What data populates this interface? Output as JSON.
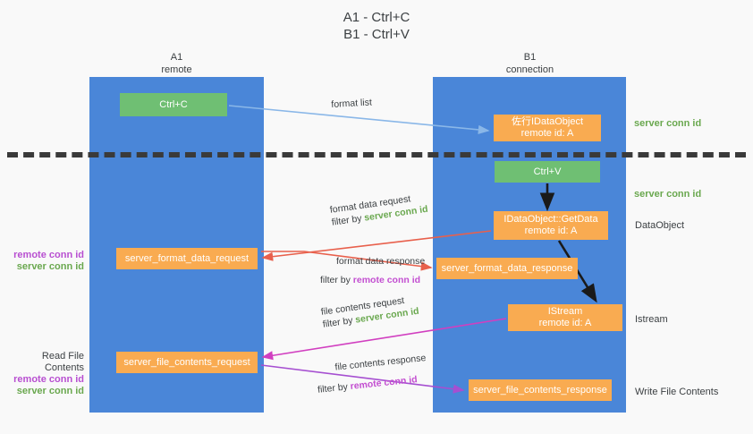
{
  "title": "A1 - Ctrl+C\nB1 - Ctrl+V",
  "lanes": {
    "a1": {
      "header": "A1\nremote"
    },
    "b1": {
      "header": "B1\nconnection"
    }
  },
  "nodes": {
    "ctrl_c": "Ctrl+C",
    "idataobject": "佐行IDataObject\nremote id: A",
    "ctrl_v": "Ctrl+V",
    "getdata": "IDataObject::GetData\nremote id: A",
    "server_format_data_request": "server_format_data_request",
    "server_format_data_response": "server_format_data_response",
    "istream": "IStream\nremote id: A",
    "server_file_contents_request": "server_file_contents_request",
    "server_file_contents_response": "server_file_contents_response"
  },
  "side_labels": {
    "server_conn_id_top": "server conn id",
    "server_conn_id_mid": "server conn id",
    "dataobject": "DataObject",
    "istream": "Istream",
    "write_file_contents": "Write File Contents"
  },
  "left_labels": {
    "remote_conn_id": "remote conn id",
    "server_conn_id": "server conn id",
    "read_file_contents": "Read File Contents"
  },
  "arrow_labels": {
    "format_list": "format list",
    "format_data_request": "format data request",
    "format_data_request_filter_prefix": "filter by ",
    "format_data_request_filter_key": "server conn id",
    "format_data_response": "format data response",
    "format_data_response_filter_prefix": "filter by ",
    "format_data_response_filter_key": "remote conn id",
    "file_contents_request": "file contents request",
    "file_contents_request_filter_prefix": "filter by ",
    "file_contents_request_filter_key": "server conn id",
    "file_contents_response": "file contents response",
    "file_contents_response_filter_prefix": "filter by ",
    "file_contents_response_filter_key": "remote conn id"
  },
  "colors": {
    "lane": "#4a86d8",
    "green_node": "#6fbf73",
    "orange_node": "#f9ab51",
    "server_conn_id": "#6aa84f",
    "remote_conn_id": "#b84fd1",
    "arrow_light_blue": "#8ab7e8",
    "arrow_red": "#e8604c",
    "arrow_magenta": "#d13fc0",
    "arrow_purple": "#a64fd1",
    "arrow_dark": "#1a1a1a",
    "divider": "#3a3a3a"
  }
}
